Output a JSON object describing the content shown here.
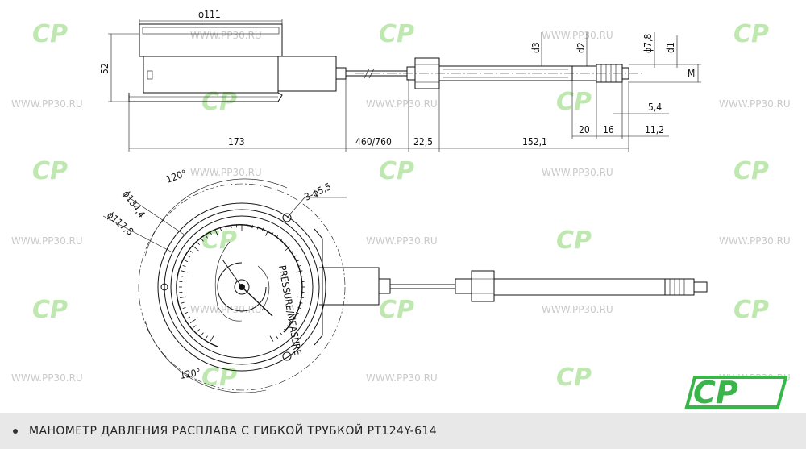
{
  "brand": {
    "watermark_logo_text": "CP",
    "watermark_url": "WWW.PP30.RU",
    "watermark_color": "#9fdc8a",
    "logo_color": "#3ab54a"
  },
  "dimensions_top": {
    "d111": "ϕ111",
    "h52": "52",
    "len173": "173",
    "len460": "460/760",
    "len22": "22,5",
    "len152": "152,1",
    "len20": "20",
    "len16": "16",
    "len11": "11,2",
    "len5": "5,4",
    "d3": "d3",
    "d2": "d2",
    "d78": "ϕ7,8",
    "d1": "d1",
    "M": "M"
  },
  "dimensions_front": {
    "d134": "ϕ134,4",
    "d117": "ϕ117,8",
    "angle_top": "120°",
    "angle_bottom": "120°",
    "holes": "3-ϕ5,5",
    "dial_label": "PRESSURE/MEASURE"
  },
  "caption": {
    "text": "МАНОМЕТР ДАВЛЕНИЯ РАСПЛАВА С ГИБКОЙ ТРУБКОЙ  PT124Y-614"
  }
}
